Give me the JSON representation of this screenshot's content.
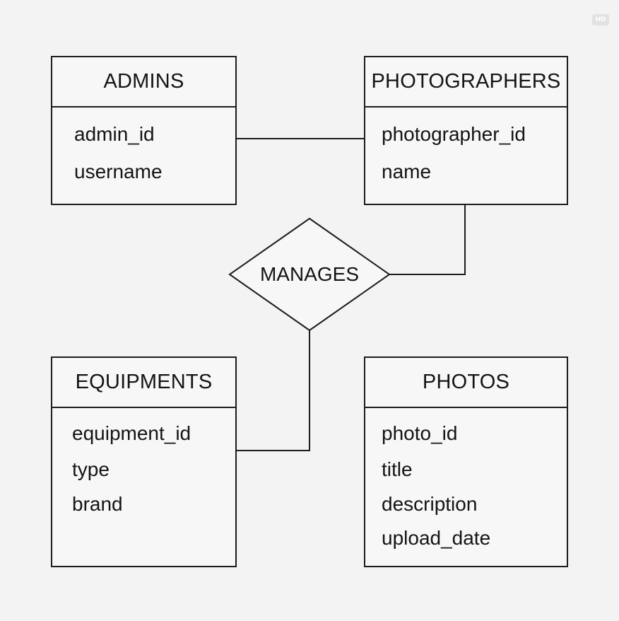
{
  "badge": "HD",
  "entities": {
    "admins": {
      "title": "ADMINS",
      "attributes": [
        "admin_id",
        "username"
      ]
    },
    "photographers": {
      "title": "PHOTOGRAPHERS",
      "attributes": [
        "photographer_id",
        "name"
      ]
    },
    "equipments": {
      "title": "EQUIPMENTS",
      "attributes": [
        "equipment_id",
        "type",
        "brand"
      ]
    },
    "photos": {
      "title": "PHOTOS",
      "attributes": [
        "photo_id",
        "title",
        "description",
        "upload_date"
      ]
    }
  },
  "relationship": {
    "label": "MANAGES"
  },
  "connections": [
    {
      "from": "admins",
      "to": "photographers"
    },
    {
      "from": "photographers",
      "to": "manages"
    },
    {
      "from": "manages",
      "to": "equipments"
    }
  ]
}
